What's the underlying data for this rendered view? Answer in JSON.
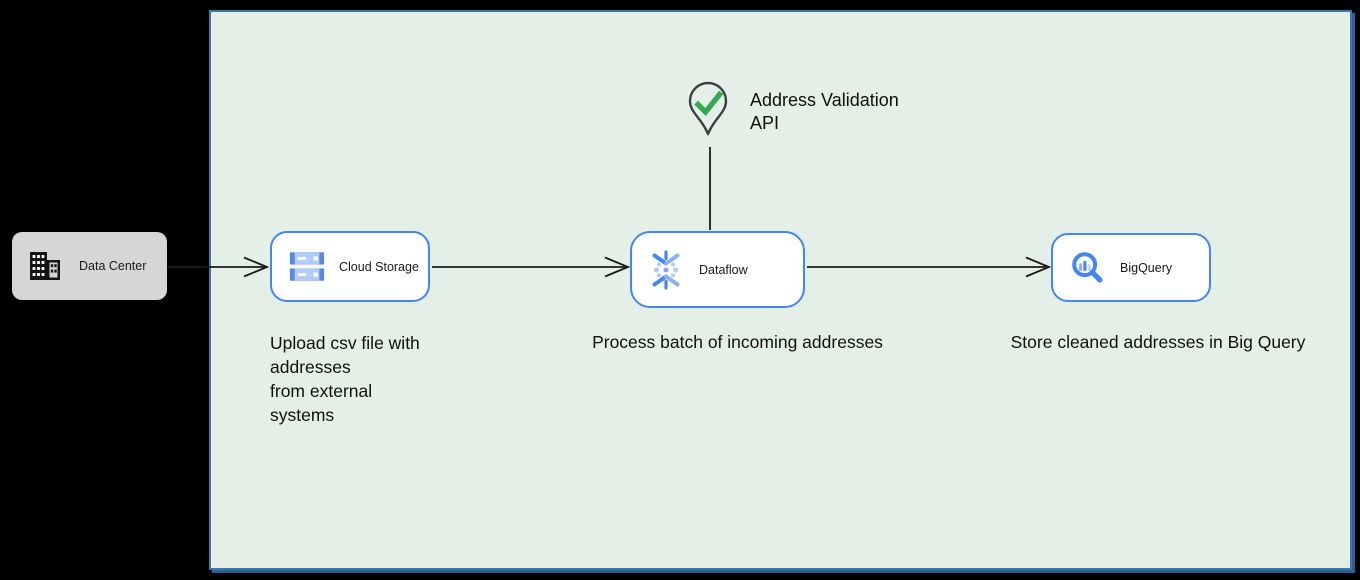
{
  "colors": {
    "canvas_bg": "#000000",
    "zone_fill": "#e4f0e7",
    "zone_border": "#3a76b0",
    "zone_shadow": "#2b6094",
    "node_border": "#4285f4",
    "node_fill": "#ffffff",
    "data_center_fill": "#d6d6d6",
    "connector": "#1a1a1a",
    "pin_outline": "#3c4043",
    "check_green": "#34a853",
    "icon_blue_dark": "#4285f4",
    "icon_blue_light": "#aecbfa",
    "text": "#101010"
  },
  "nodes": {
    "data_center": {
      "label": "Data Center",
      "icon": "building-icon"
    },
    "cloud_storage": {
      "label": "Cloud Storage",
      "icon": "cloud-storage-icon"
    },
    "dataflow": {
      "label": "Dataflow",
      "icon": "dataflow-icon"
    },
    "bigquery": {
      "label": "BigQuery",
      "icon": "bigquery-icon"
    }
  },
  "annotation": {
    "label": "Address Validation\nAPI",
    "icon": "map-pin-check-icon"
  },
  "captions": {
    "upload": "Upload csv file with\naddresses\nfrom external\nsystems",
    "process": "Process batch of incoming addresses",
    "store": "Store cleaned addresses in Big Query"
  }
}
